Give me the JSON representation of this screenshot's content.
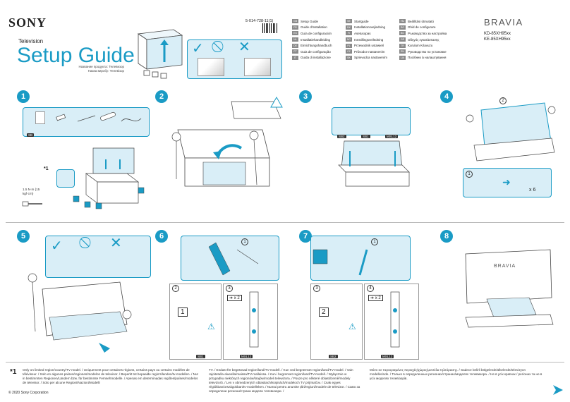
{
  "header": {
    "brand": "SONY",
    "category": "Television",
    "title": "Setup Guide",
    "subtitles": [
      "Название продукта: Телевизор",
      "Назва виробу: Телевізор"
    ],
    "part_number": "5-014-728-11(1)",
    "product_line": "BRAVIA",
    "models": [
      "KD-85XH95xx",
      "KE-85XH95xx"
    ]
  },
  "languages": {
    "col1": [
      {
        "code": "GB",
        "label": "Setup Guide"
      },
      {
        "code": "FR",
        "label": "Guide d'installation"
      },
      {
        "code": "ES",
        "label": "Guía de configuración"
      },
      {
        "code": "NL",
        "label": "Installatiehandleiding"
      },
      {
        "code": "DE",
        "label": "Einrichtungshandbuch"
      },
      {
        "code": "PT",
        "label": "Guia de configuração"
      },
      {
        "code": "IT",
        "label": "Guida di installazione"
      }
    ],
    "col2": [
      {
        "code": "SE",
        "label": "Startguide"
      },
      {
        "code": "DK",
        "label": "Installationsvejledning"
      },
      {
        "code": "FI",
        "label": "Asetusopas"
      },
      {
        "code": "NO",
        "label": "Innstillingsveiledning"
      },
      {
        "code": "PL",
        "label": "Przewodnik ustawień"
      },
      {
        "code": "CZ",
        "label": "Průvodce nastavením"
      },
      {
        "code": "SK",
        "label": "Sprievodca nastavením"
      }
    ],
    "col3": [
      {
        "code": "HU",
        "label": "Beállítási útmutató"
      },
      {
        "code": "RO",
        "label": "Ghid de configurare"
      },
      {
        "code": "BG",
        "label": "Ръководство за настройка"
      },
      {
        "code": "GR",
        "label": "Οδηγός εγκατάστασης"
      },
      {
        "code": "TR",
        "label": "Kurulum Kılavuzu"
      },
      {
        "code": "RU",
        "label": "Руководство по установке"
      },
      {
        "code": "UA",
        "label": "Посібник із налаштування"
      }
    ]
  },
  "steps": {
    "s1": {
      "num": "1",
      "part_tag": "SB",
      "footnote_mark": "*1",
      "torque": "1.5 N·m {15 kgf·cm}"
    },
    "s2": {
      "num": "2"
    },
    "s3": {
      "num": "3",
      "tags": [
        "SB2",
        "SB1",
        "MSL12"
      ]
    },
    "s4": {
      "num": "4",
      "sub1": "1",
      "sub2": "2",
      "repeat": "x 6"
    },
    "s5": {
      "num": "5"
    },
    "s6": {
      "num": "6",
      "sub1": "1",
      "sub2": "2",
      "sub3": "3",
      "mult": "x 2",
      "tag1": "SB1",
      "tag2": "MSL12",
      "panel_num": "1"
    },
    "s7": {
      "num": "7",
      "sub1": "1",
      "sub3": "3",
      "sub4": "4",
      "mult": "x 2",
      "tag1": "SB2",
      "tag2": "MSL12",
      "panel_num": "2"
    },
    "s8": {
      "num": "8",
      "brand_on_tv": "BRAVIA"
    }
  },
  "footnote": {
    "mark": "*1",
    "col1": "Only on limited region/country/TV model. / Uniquement pour certaines régions, certains pays ou certains modèles de téléviseur. / Solo en algunos países/regiones/modelos de televisor. / Beperkt tot bepaalde regio's/landen/tv-modellen. / Nur in bestimmten Regionen/Ländern bzw. für bestimmte Fernsehmodelle. / Apenas em determinadas regiões/países/modelos de televisor. / Solo per alcune Regioni/Nazioni/Modelli",
    "col2": "TV. / Endast för begränsad region/land/TV-modell. / Kun ved begrænset region/land/TV-model. / Vain rajoitetulla alueella/maissa/TV-malleissa. / Kun i begrenset region/land/TV-modell. / Wyłącznie w przypadku niektórych regionów/krajów/modeli telewizora. / Pouze pro některé oblasti/země/modely televizorů. / Len v obmedzených oblastiach/krajinách/modeloch TV prijímačov. / Csak egyes régiókban/országokban/tv-modelleken. / Numai pentru anumite țări/regiuni/modele de televizor. / Само за определени региони/страни модели телевизори. /",
    "col3": "Μόνο σε περιορισμένες περιοχές/χώρες/μοντέλα τηλεόρασης. / Sadece belirli bölgelerde/ülkelerde/televizyon modellerinde. / Только в определенных регионах/странах/моделях телевизора. / Не в усіх країнах / регіонах та не в усіх моделях телевізорів."
  },
  "copyright": "© 2020 Sony Corporation",
  "colors": {
    "accent": "#1a9bc5",
    "panel": "#d9eef7"
  }
}
